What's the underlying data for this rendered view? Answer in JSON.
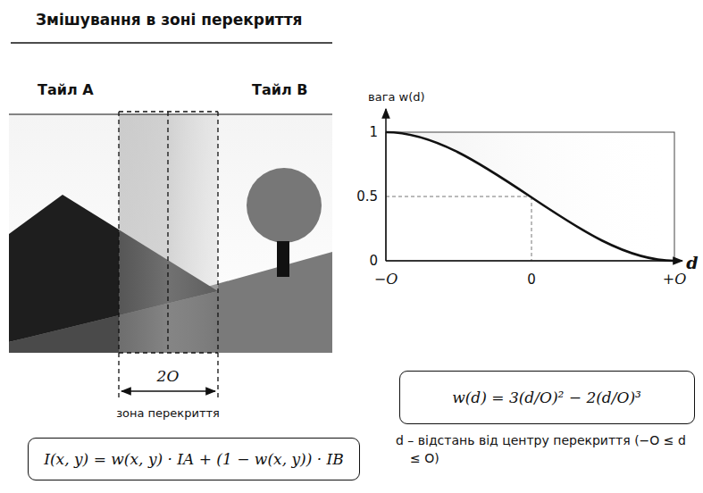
{
  "diagram": {
    "title": "Змішування в зоні перекриття",
    "nodes": [
      {
        "text": [
          "w(d) = 3(d/O)² − 2(d/O)³"
        ]
      },
      {
        "text": [
          "I(x, y) = w(x, y) · IA + (1 − w(x, y)) · IB"
        ]
      }
    ],
    "labels": [
      "Тайл A",
      "Тайл B",
      "вага w(d)",
      "1",
      "0.5",
      "0",
      "−O",
      "0",
      "+O",
      "d",
      "2O",
      "зона перекриття",
      "d – відстань від центру перекриття (−O ≤ d ≤ O)"
    ]
  }
}
